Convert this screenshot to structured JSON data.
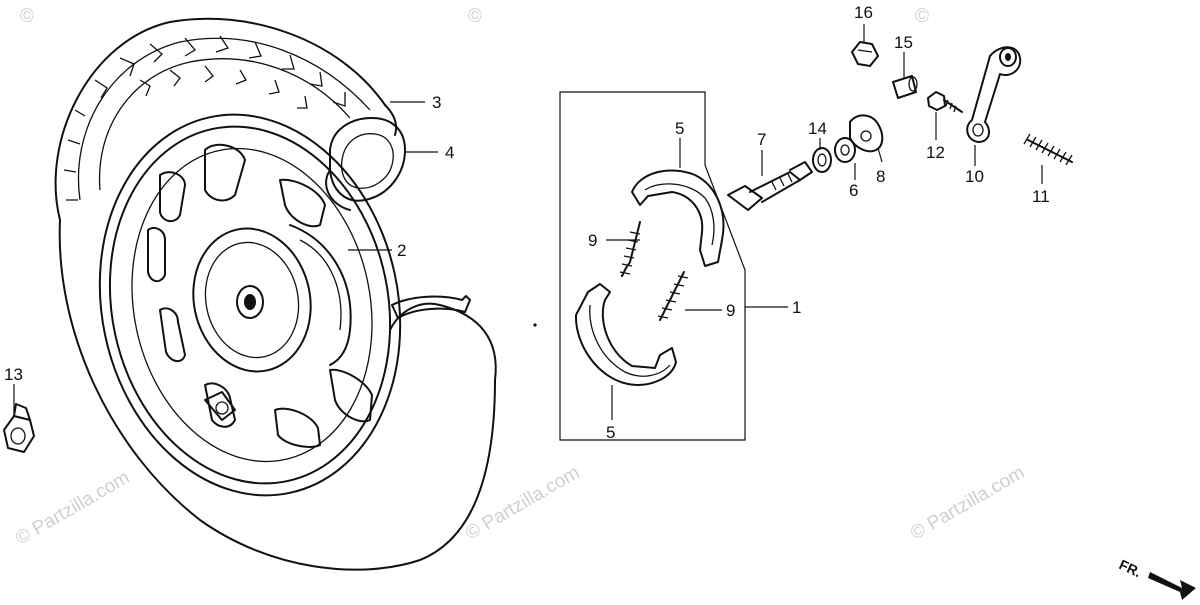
{
  "watermark": "© Partzilla.com",
  "callouts": {
    "c1": "1",
    "c2": "2",
    "c3": "3",
    "c4": "4",
    "c5a": "5",
    "c5b": "5",
    "c6": "6",
    "c7": "7",
    "c8": "8",
    "c9a": "9",
    "c9b": "9",
    "c10": "10",
    "c11": "11",
    "c12": "12",
    "c13": "13",
    "c14": "14",
    "c15": "15",
    "c16": "16"
  },
  "direction_label": "FR.",
  "colors": {
    "ink": "#111111",
    "watermark": "#cfcfcf",
    "background": "#ffffff"
  }
}
